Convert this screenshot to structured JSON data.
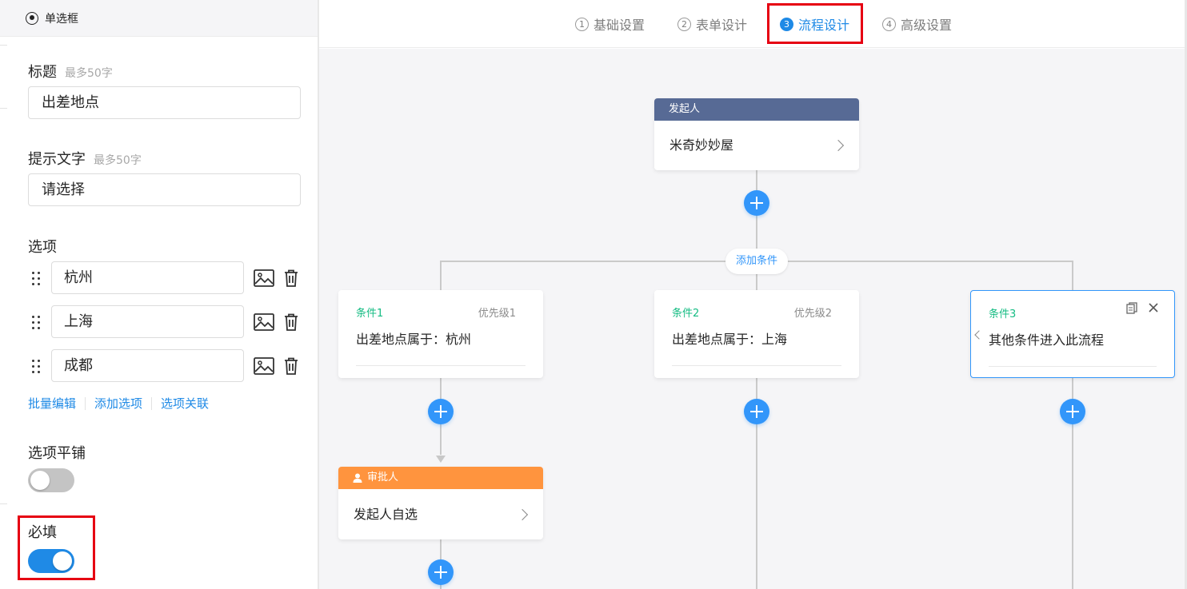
{
  "left_panel": {
    "header": "单选框",
    "title_field": {
      "label": "标题",
      "hint": "最多50字",
      "value": "出差地点"
    },
    "placeholder_field": {
      "label": "提示文字",
      "hint": "最多50字",
      "value": "请选择"
    },
    "options_label": "选项",
    "options": [
      {
        "value": "杭州"
      },
      {
        "value": "上海"
      },
      {
        "value": "成都"
      }
    ],
    "links": {
      "batch_edit": "批量编辑",
      "add_option": "添加选项",
      "option_link": "选项关联"
    },
    "tile_options": {
      "label": "选项平铺",
      "enabled": false
    },
    "required": {
      "label": "必填",
      "enabled": true
    }
  },
  "steps": [
    {
      "num": "1",
      "label": "基础设置",
      "active": false
    },
    {
      "num": "2",
      "label": "表单设计",
      "active": false
    },
    {
      "num": "3",
      "label": "流程设计",
      "active": true
    },
    {
      "num": "4",
      "label": "高级设置",
      "active": false
    }
  ],
  "flow": {
    "initiator": {
      "header": "发起人",
      "body": "米奇妙妙屋",
      "header_color": "#576a95"
    },
    "add_condition": "添加条件",
    "conditions": [
      {
        "title": "条件1",
        "priority": "优先级1",
        "text": "出差地点属于：杭州"
      },
      {
        "title": "条件2",
        "priority": "优先级2",
        "text": "出差地点属于：上海"
      },
      {
        "title": "条件3",
        "priority": "",
        "text": "其他条件进入此流程"
      }
    ],
    "approver": {
      "header": "审批人",
      "body": "发起人自选",
      "header_color": "#ff943e"
    }
  },
  "colors": {
    "accent": "#1f8ae6",
    "add_button": "#3296fa",
    "condition_title": "#15bc83",
    "highlight": "#e60012"
  }
}
